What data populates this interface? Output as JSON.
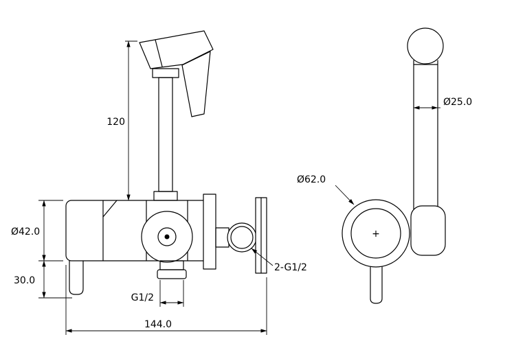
{
  "drawing": {
    "type": "technical-drawing",
    "subject": "bidet-sprayer-mixer-valve",
    "colors": {
      "line": "#000000",
      "background": "#ffffff"
    },
    "views": {
      "front": {
        "dim_height": "120",
        "dim_body_diameter": "Ø42.0",
        "dim_lower_height": "30.0",
        "thread_outlet": "G1/2",
        "dim_width": "144.0",
        "thread_connections": "2-G1/2"
      },
      "side": {
        "dim_handle_diameter": "Ø25.0",
        "dim_escutcheon_diameter": "Ø62.0",
        "center_mark": "+"
      }
    }
  }
}
